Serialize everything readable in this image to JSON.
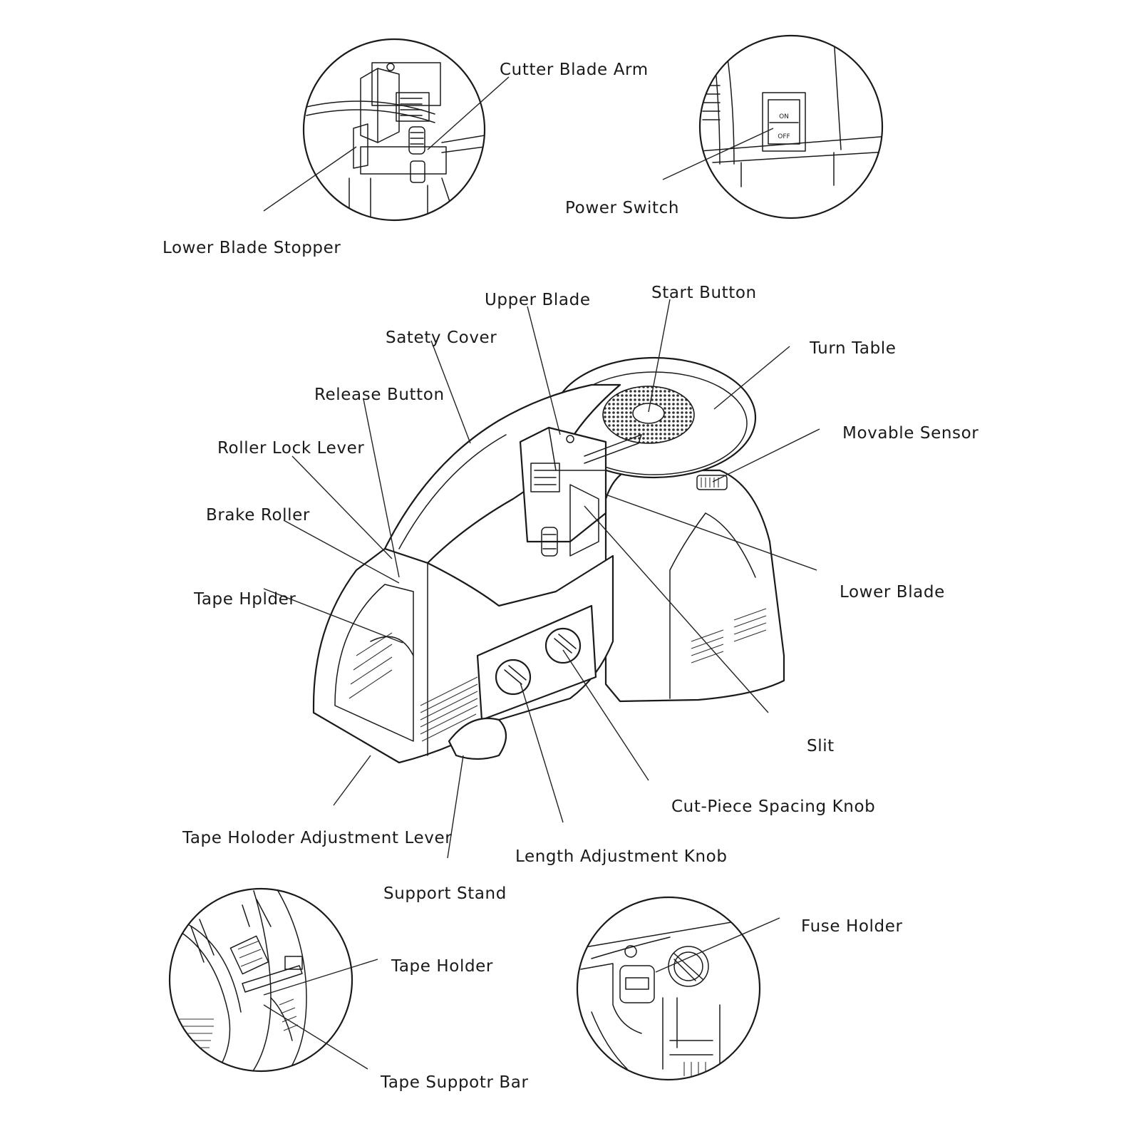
{
  "labels": {
    "cutter_blade_arm": "Cutter Blade Arm",
    "lower_blade_stopper": "Lower Blade Stopper",
    "power_switch": "Power Switch",
    "switch_on": "ON",
    "switch_off": "OFF",
    "upper_blade": "Upper Blade",
    "start_button": "Start Button",
    "satety_cover": "Satety Cover",
    "turn_table": "Turn Table",
    "release_button": "Release Button",
    "movable_sensor": "Movable Sensor",
    "roller_lock_lever": "Roller Lock Lever",
    "brake_roller": "Brake Roller",
    "lower_blade": "Lower Blade",
    "tape_hplder": "Tape Hplder",
    "slit": "Slit",
    "cut_piece_spacing_knob": "Cut-Piece Spacing Knob",
    "tape_holoder_adjustment_lever": "Tape Holoder Adjustment Lever",
    "length_adjustment_knob": "Length Adjustment Knob",
    "support_stand": "Support Stand",
    "fuse_holder": "Fuse Holder",
    "tape_holder": "Tape Holder",
    "tape_suppotr_bar": "Tape Suppotr Bar"
  }
}
